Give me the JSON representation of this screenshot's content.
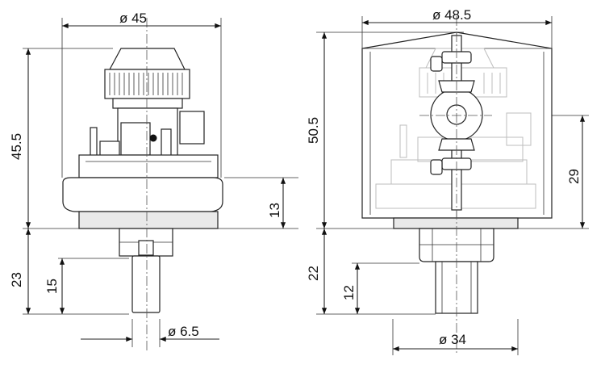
{
  "left_view": {
    "dims": {
      "diameter_top": "ø 45",
      "height_total": "45.5",
      "height_base": "13",
      "shaft_length": "23",
      "shaft_sub": "15",
      "shaft_diameter": "ø 6.5"
    }
  },
  "right_view": {
    "dims": {
      "diameter_top": "ø 48.5",
      "height_total": "50.5",
      "height_center": "29",
      "shaft_length": "22",
      "shaft_sub": "12",
      "diameter_bottom": "ø 34"
    }
  }
}
